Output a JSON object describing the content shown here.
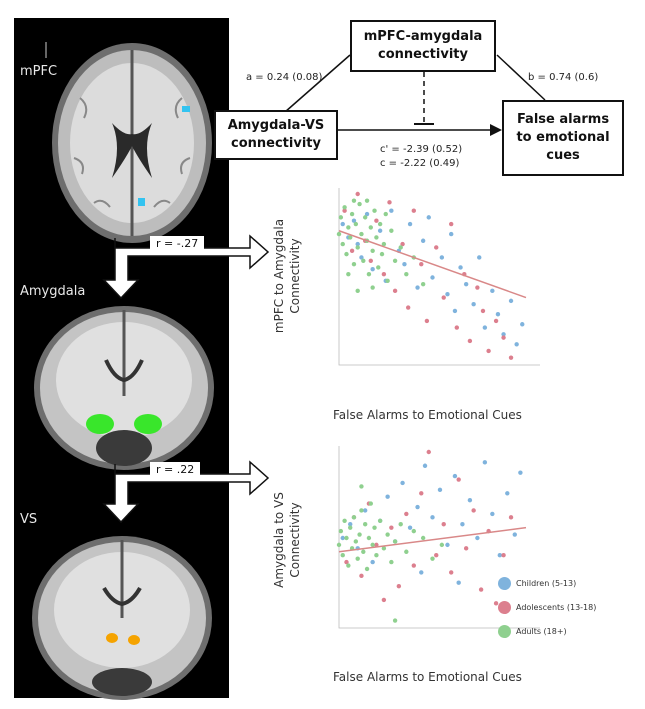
{
  "brain_regions": {
    "mpfc": "mPFC",
    "amygdala": "Amygdala",
    "vs": "VS"
  },
  "arrows": {
    "r1": "r = -.27",
    "r2": "r = .22"
  },
  "mediation": {
    "mediator": "mPFC-amygdala connectivity",
    "predictor": "Amygdala-VS connectivity",
    "outcome": "False alarms to emotional cues",
    "path_a": "a = 0.24 (0.08)",
    "path_b": "b = 0.74 (0.6)",
    "path_c_prime": "c' = -2.39 (0.52)",
    "path_c": "c = -2.22 (0.49)"
  },
  "colors": {
    "children": "#7fb3dd",
    "adolescents": "#dc7f8e",
    "adults": "#8fd08f",
    "fit_line": "#d98888",
    "highlight_green": "#39e62b",
    "highlight_blue": "#33c3f0",
    "highlight_orange": "#f5a300"
  },
  "legend": [
    {
      "label": "Children (5-13)",
      "color": "#7fb3dd"
    },
    {
      "label": "Adolescents (13-18)",
      "color": "#dc7f8e"
    },
    {
      "label": "Adults (18+)",
      "color": "#8fd08f"
    }
  ],
  "chart_data": [
    {
      "type": "scatter",
      "xlabel": "False Alarms to Emotional Cues",
      "ylabel": "mPFC to Amygdala Connectivity",
      "fit": [
        [
          0.0,
          0.78
        ],
        [
          1.0,
          0.38
        ]
      ],
      "points": {
        "children": [
          [
            0.02,
            0.82
          ],
          [
            0.05,
            0.74
          ],
          [
            0.08,
            0.84
          ],
          [
            0.1,
            0.7
          ],
          [
            0.12,
            0.62
          ],
          [
            0.15,
            0.88
          ],
          [
            0.18,
            0.55
          ],
          [
            0.22,
            0.78
          ],
          [
            0.25,
            0.48
          ],
          [
            0.28,
            0.9
          ],
          [
            0.32,
            0.66
          ],
          [
            0.35,
            0.58
          ],
          [
            0.38,
            0.82
          ],
          [
            0.42,
            0.44
          ],
          [
            0.45,
            0.72
          ],
          [
            0.48,
            0.86
          ],
          [
            0.5,
            0.5
          ],
          [
            0.55,
            0.62
          ],
          [
            0.58,
            0.4
          ],
          [
            0.6,
            0.76
          ],
          [
            0.62,
            0.3
          ],
          [
            0.65,
            0.56
          ],
          [
            0.68,
            0.46
          ],
          [
            0.72,
            0.34
          ],
          [
            0.75,
            0.62
          ],
          [
            0.78,
            0.2
          ],
          [
            0.82,
            0.42
          ],
          [
            0.85,
            0.28
          ],
          [
            0.88,
            0.16
          ],
          [
            0.92,
            0.36
          ],
          [
            0.95,
            0.1
          ],
          [
            0.98,
            0.22
          ]
        ],
        "adolescents": [
          [
            0.03,
            0.9
          ],
          [
            0.07,
            0.66
          ],
          [
            0.1,
            1.0
          ],
          [
            0.14,
            0.72
          ],
          [
            0.17,
            0.6
          ],
          [
            0.2,
            0.84
          ],
          [
            0.24,
            0.52
          ],
          [
            0.27,
            0.95
          ],
          [
            0.3,
            0.42
          ],
          [
            0.34,
            0.7
          ],
          [
            0.37,
            0.32
          ],
          [
            0.4,
            0.9
          ],
          [
            0.44,
            0.58
          ],
          [
            0.47,
            0.24
          ],
          [
            0.52,
            0.68
          ],
          [
            0.56,
            0.38
          ],
          [
            0.6,
            0.82
          ],
          [
            0.63,
            0.2
          ],
          [
            0.67,
            0.52
          ],
          [
            0.7,
            0.12
          ],
          [
            0.74,
            0.44
          ],
          [
            0.77,
            0.3
          ],
          [
            0.8,
            0.06
          ],
          [
            0.84,
            0.24
          ],
          [
            0.88,
            0.14
          ],
          [
            0.92,
            0.02
          ]
        ],
        "adults": [
          [
            0.0,
            0.76
          ],
          [
            0.01,
            0.86
          ],
          [
            0.02,
            0.7
          ],
          [
            0.03,
            0.92
          ],
          [
            0.04,
            0.64
          ],
          [
            0.05,
            0.8
          ],
          [
            0.06,
            0.74
          ],
          [
            0.07,
            0.88
          ],
          [
            0.08,
            0.58
          ],
          [
            0.09,
            0.82
          ],
          [
            0.1,
            0.68
          ],
          [
            0.11,
            0.94
          ],
          [
            0.12,
            0.76
          ],
          [
            0.13,
            0.6
          ],
          [
            0.14,
            0.86
          ],
          [
            0.15,
            0.72
          ],
          [
            0.16,
            0.52
          ],
          [
            0.17,
            0.8
          ],
          [
            0.18,
            0.66
          ],
          [
            0.19,
            0.9
          ],
          [
            0.2,
            0.74
          ],
          [
            0.21,
            0.56
          ],
          [
            0.22,
            0.82
          ],
          [
            0.23,
            0.64
          ],
          [
            0.24,
            0.7
          ],
          [
            0.26,
            0.48
          ],
          [
            0.28,
            0.78
          ],
          [
            0.3,
            0.6
          ],
          [
            0.33,
            0.68
          ],
          [
            0.36,
            0.52
          ],
          [
            0.4,
            0.62
          ],
          [
            0.45,
            0.46
          ],
          [
            0.05,
            0.52
          ],
          [
            0.1,
            0.42
          ],
          [
            0.15,
            0.96
          ],
          [
            0.25,
            0.88
          ],
          [
            0.08,
            0.96
          ],
          [
            0.18,
            0.44
          ]
        ]
      }
    },
    {
      "type": "scatter",
      "xlabel": "False Alarms to Emotional Cues",
      "ylabel": "Amygdala to VS Connectivity",
      "fit": [
        [
          0.0,
          0.42
        ],
        [
          1.0,
          0.56
        ]
      ],
      "points": {
        "children": [
          [
            0.02,
            0.5
          ],
          [
            0.06,
            0.58
          ],
          [
            0.1,
            0.44
          ],
          [
            0.14,
            0.66
          ],
          [
            0.18,
            0.36
          ],
          [
            0.22,
            0.6
          ],
          [
            0.26,
            0.74
          ],
          [
            0.3,
            0.48
          ],
          [
            0.34,
            0.82
          ],
          [
            0.38,
            0.56
          ],
          [
            0.42,
            0.68
          ],
          [
            0.46,
            0.92
          ],
          [
            0.5,
            0.62
          ],
          [
            0.54,
            0.78
          ],
          [
            0.58,
            0.46
          ],
          [
            0.62,
            0.86
          ],
          [
            0.66,
            0.58
          ],
          [
            0.7,
            0.72
          ],
          [
            0.74,
            0.5
          ],
          [
            0.78,
            0.94
          ],
          [
            0.82,
            0.64
          ],
          [
            0.86,
            0.4
          ],
          [
            0.9,
            0.76
          ],
          [
            0.94,
            0.52
          ],
          [
            0.97,
            0.88
          ],
          [
            0.44,
            0.3
          ],
          [
            0.64,
            0.24
          ]
        ],
        "adolescents": [
          [
            0.04,
            0.36
          ],
          [
            0.08,
            0.62
          ],
          [
            0.12,
            0.28
          ],
          [
            0.16,
            0.7
          ],
          [
            0.2,
            0.46
          ],
          [
            0.24,
            0.14
          ],
          [
            0.28,
            0.56
          ],
          [
            0.32,
            0.22
          ],
          [
            0.36,
            0.64
          ],
          [
            0.4,
            0.34
          ],
          [
            0.44,
            0.76
          ],
          [
            0.48,
            1.0
          ],
          [
            0.52,
            0.4
          ],
          [
            0.56,
            0.58
          ],
          [
            0.6,
            0.3
          ],
          [
            0.64,
            0.84
          ],
          [
            0.68,
            0.44
          ],
          [
            0.72,
            0.66
          ],
          [
            0.76,
            0.2
          ],
          [
            0.8,
            0.54
          ],
          [
            0.84,
            0.12
          ],
          [
            0.88,
            0.4
          ],
          [
            0.92,
            0.62
          ]
        ],
        "adults": [
          [
            0.0,
            0.46
          ],
          [
            0.01,
            0.54
          ],
          [
            0.02,
            0.4
          ],
          [
            0.03,
            0.6
          ],
          [
            0.04,
            0.5
          ],
          [
            0.05,
            0.34
          ],
          [
            0.06,
            0.56
          ],
          [
            0.07,
            0.44
          ],
          [
            0.08,
            0.62
          ],
          [
            0.09,
            0.48
          ],
          [
            0.1,
            0.38
          ],
          [
            0.11,
            0.52
          ],
          [
            0.12,
            0.66
          ],
          [
            0.13,
            0.42
          ],
          [
            0.14,
            0.58
          ],
          [
            0.15,
            0.32
          ],
          [
            0.16,
            0.5
          ],
          [
            0.17,
            0.7
          ],
          [
            0.18,
            0.46
          ],
          [
            0.19,
            0.56
          ],
          [
            0.2,
            0.4
          ],
          [
            0.22,
            0.6
          ],
          [
            0.24,
            0.44
          ],
          [
            0.26,
            0.52
          ],
          [
            0.28,
            0.36
          ],
          [
            0.3,
            0.48
          ],
          [
            0.33,
            0.58
          ],
          [
            0.36,
            0.42
          ],
          [
            0.4,
            0.54
          ],
          [
            0.45,
            0.5
          ],
          [
            0.5,
            0.38
          ],
          [
            0.55,
            0.46
          ],
          [
            0.3,
            0.02
          ],
          [
            0.12,
            0.8
          ]
        ]
      }
    }
  ]
}
